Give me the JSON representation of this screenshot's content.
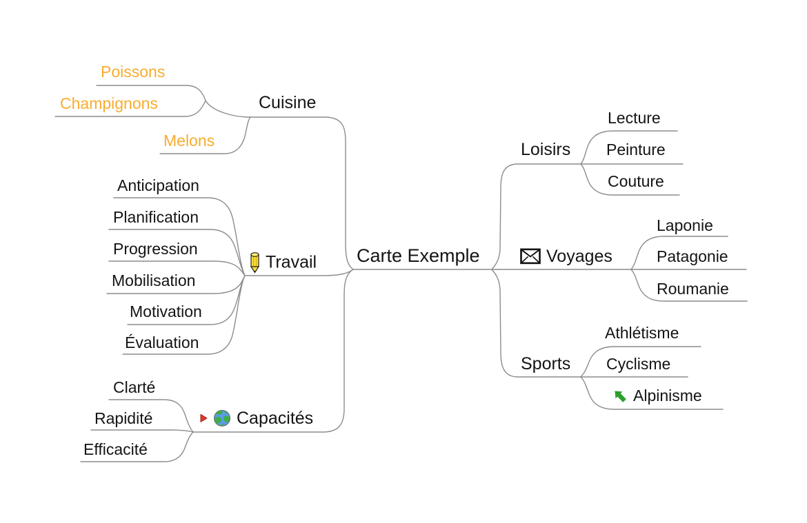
{
  "colors": {
    "background": "#FFFFFF",
    "line-grey": "#8C8C8C",
    "text-black": "#141414",
    "accent-orange": "#F8AC2E",
    "pencil-yellow": "#F9DE3C",
    "globe-blue": "#5B9BE6",
    "globe-green": "#3FAE49",
    "marker-red": "#DC3A28",
    "arrow-green": "#2CA02C"
  },
  "mindmap": {
    "root": {
      "label": "Carte Exemple"
    },
    "left_branches": [
      {
        "label": "Cuisine",
        "children": [
          {
            "label": "Poissons"
          },
          {
            "label": "Champignons"
          },
          {
            "label": "Melons"
          }
        ]
      },
      {
        "label": "Travail",
        "icon": "pencil-icon",
        "children": [
          {
            "label": "Anticipation"
          },
          {
            "label": "Planification"
          },
          {
            "label": "Progression"
          },
          {
            "label": "Mobilisation"
          },
          {
            "label": "Motivation"
          },
          {
            "label": "Évaluation"
          }
        ]
      },
      {
        "label": "Capacités",
        "icons": [
          "red-arrow-icon",
          "globe-icon"
        ],
        "children": [
          {
            "label": "Clarté"
          },
          {
            "label": "Rapidité"
          },
          {
            "label": "Efficacité"
          }
        ]
      }
    ],
    "right_branches": [
      {
        "label": "Loisirs",
        "children": [
          {
            "label": "Lecture"
          },
          {
            "label": "Peinture"
          },
          {
            "label": "Couture"
          }
        ]
      },
      {
        "label": "Voyages",
        "icon": "envelope-icon",
        "children": [
          {
            "label": "Laponie"
          },
          {
            "label": "Patagonie"
          },
          {
            "label": "Roumanie"
          }
        ]
      },
      {
        "label": "Sports",
        "children": [
          {
            "label": "Athlétisme"
          },
          {
            "label": "Cyclisme"
          },
          {
            "label": "Alpinisme",
            "icon": "green-arrow-icon"
          }
        ]
      }
    ]
  }
}
